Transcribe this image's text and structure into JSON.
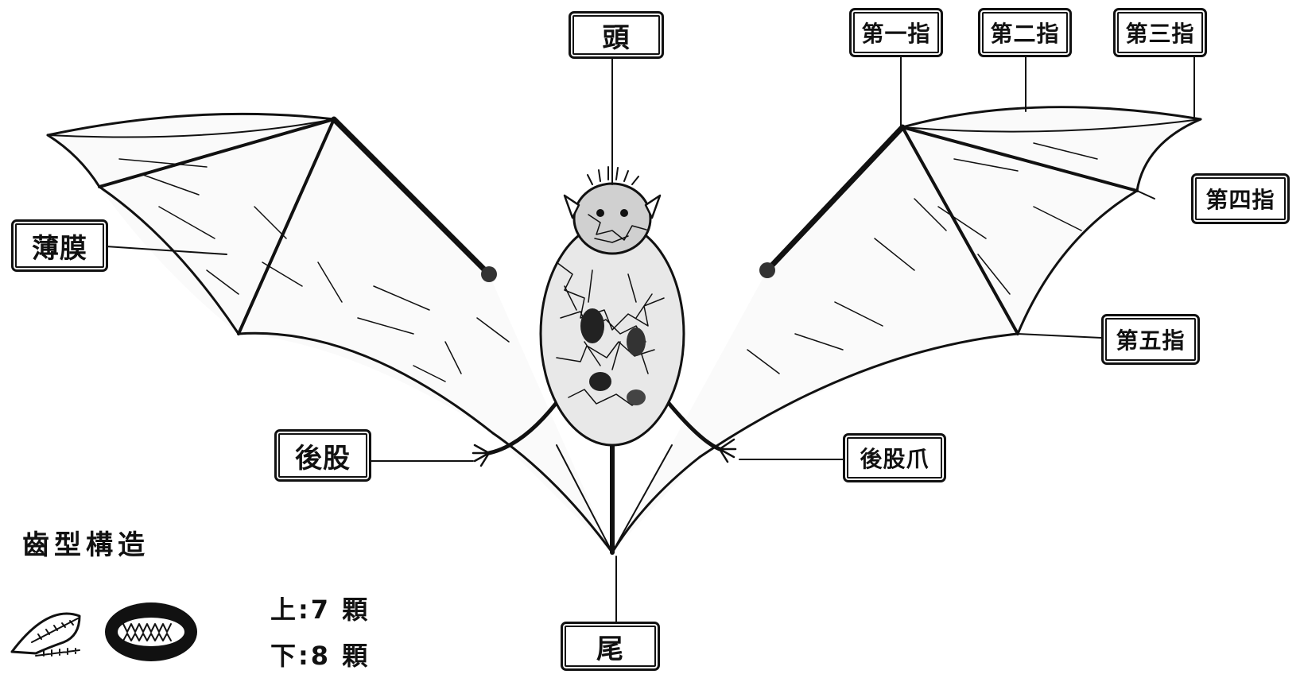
{
  "labels": {
    "head": "頭",
    "finger1": "第一指",
    "finger2": "第二指",
    "finger3": "第三指",
    "finger4": "第四指",
    "finger5": "第五指",
    "membrane": "薄膜",
    "hindlimb": "後股",
    "hindlimb_claw": "後股爪",
    "tail": "尾"
  },
  "teeth": {
    "title": "齒型構造",
    "upper": "上:7 顆",
    "lower": "下:8 顆"
  },
  "colors": {
    "ink": "#111111",
    "paper": "#ffffff"
  }
}
